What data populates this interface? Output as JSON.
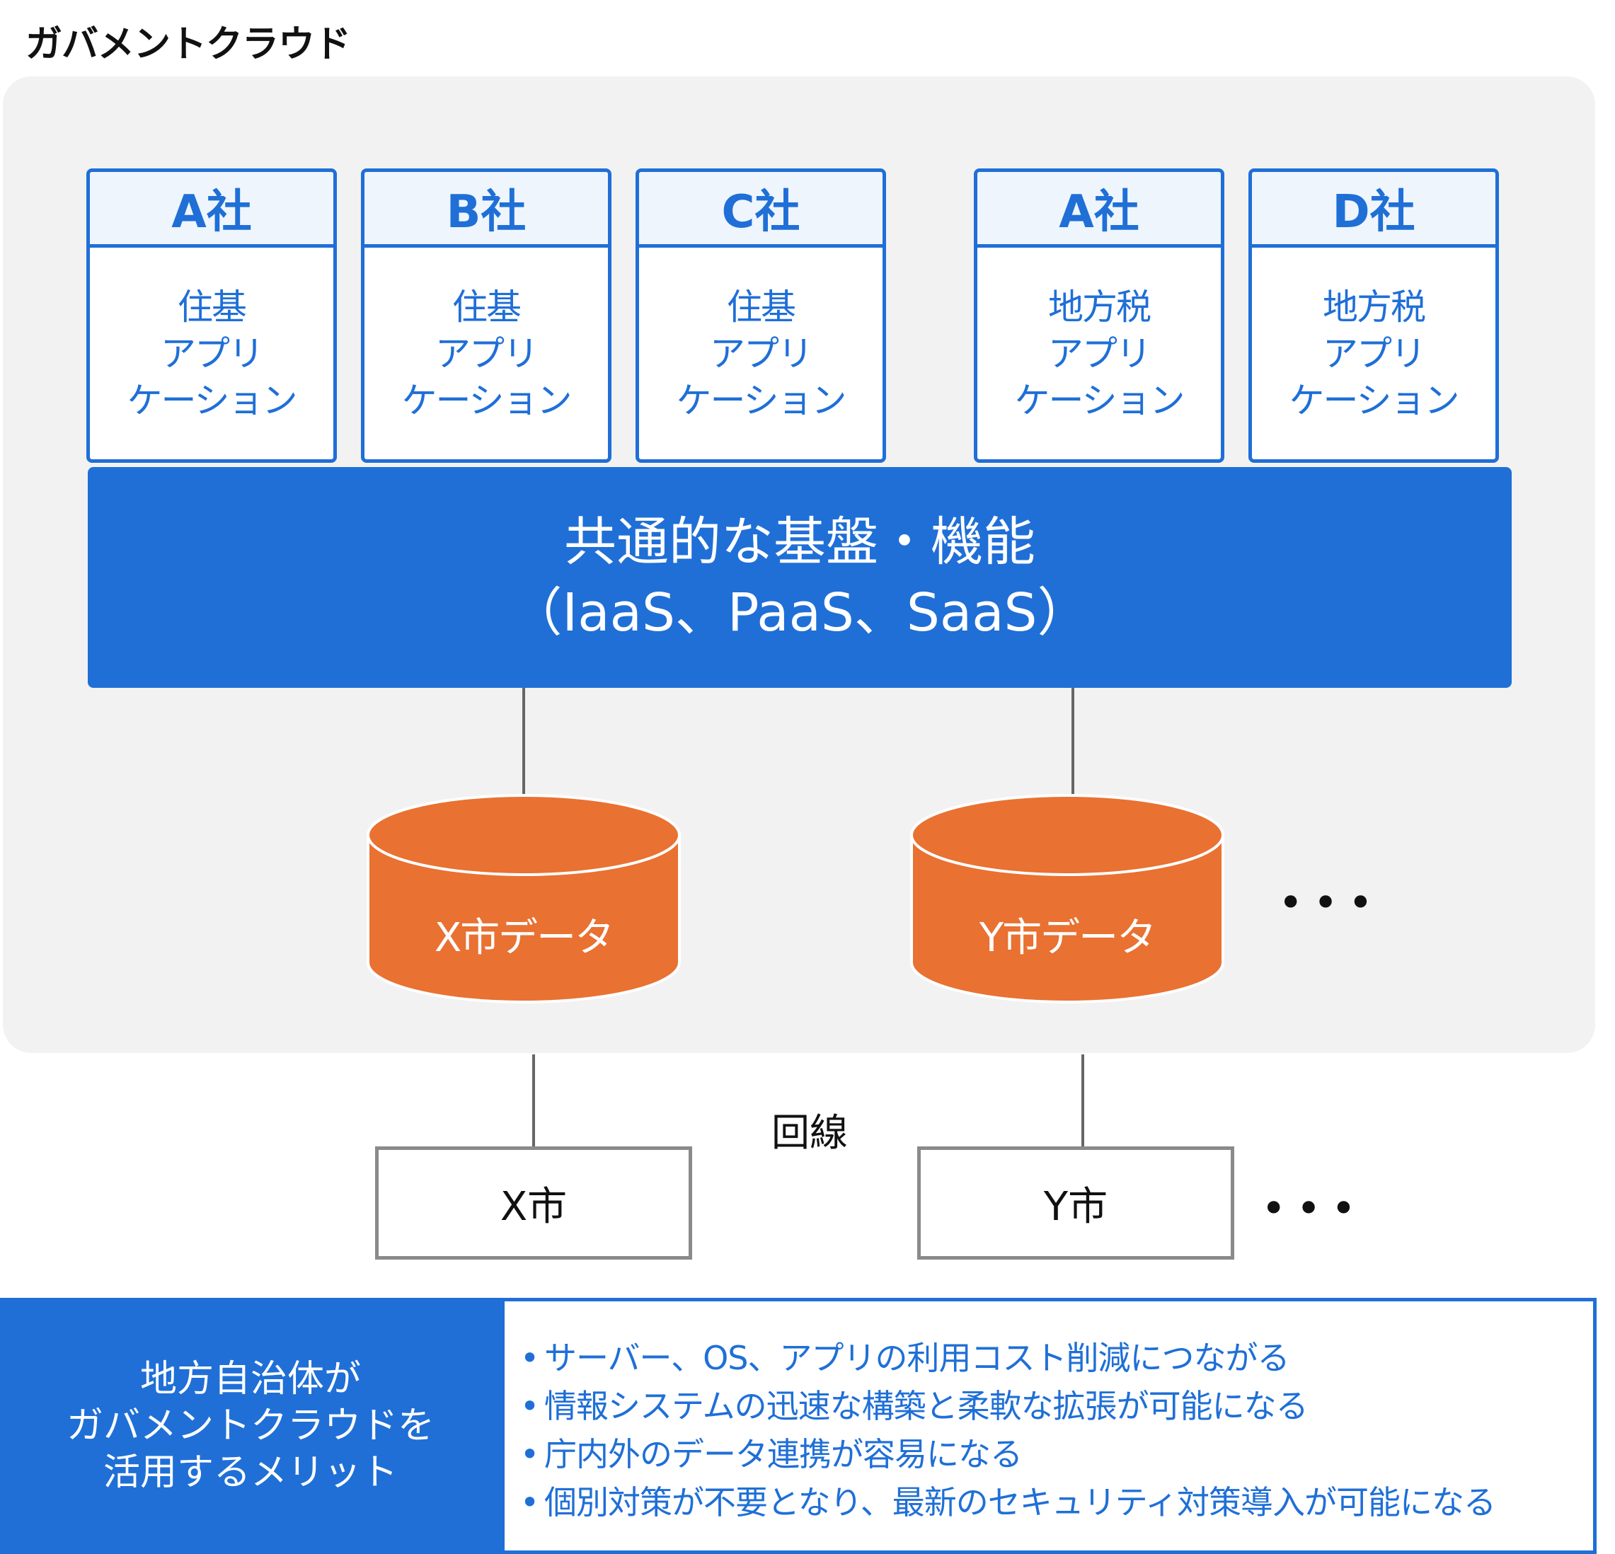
{
  "title": "ガバメントクラウド",
  "companies": [
    {
      "name": "A社",
      "app": "住基\nアプリ\nケーション"
    },
    {
      "name": "B社",
      "app": "住基\nアプリ\nケーション"
    },
    {
      "name": "C社",
      "app": "住基\nアプリ\nケーション"
    },
    {
      "name": "A社",
      "app": "地方税\nアプリ\nケーション"
    },
    {
      "name": "D社",
      "app": "地方税\nアプリ\nケーション"
    }
  ],
  "platform": {
    "line1": "共通的な基盤・機能",
    "line2": "（IaaS、PaaS、SaaS）"
  },
  "databases": [
    {
      "label": "X市データ"
    },
    {
      "label": "Y市データ"
    }
  ],
  "ellipsis": "•••",
  "connection_label": "回線",
  "cities": [
    {
      "label": "X市"
    },
    {
      "label": "Y市"
    }
  ],
  "merits": {
    "heading": "地方自治体が\nガバメントクラウドを\n活用するメリット",
    "bullet": "•",
    "items": [
      "サーバー、OS、アプリの利用コスト削減につながる",
      "情報システムの迅速な構築と柔軟な拡張が可能になる",
      "庁内外のデータ連携が容易になる",
      "個別対策が不要となり、最新のセキュリティ対策導入が可能になる"
    ]
  },
  "colors": {
    "blue": "#1f6fd7",
    "orange": "#e97132",
    "cloud_bg": "#f2f2f2"
  }
}
